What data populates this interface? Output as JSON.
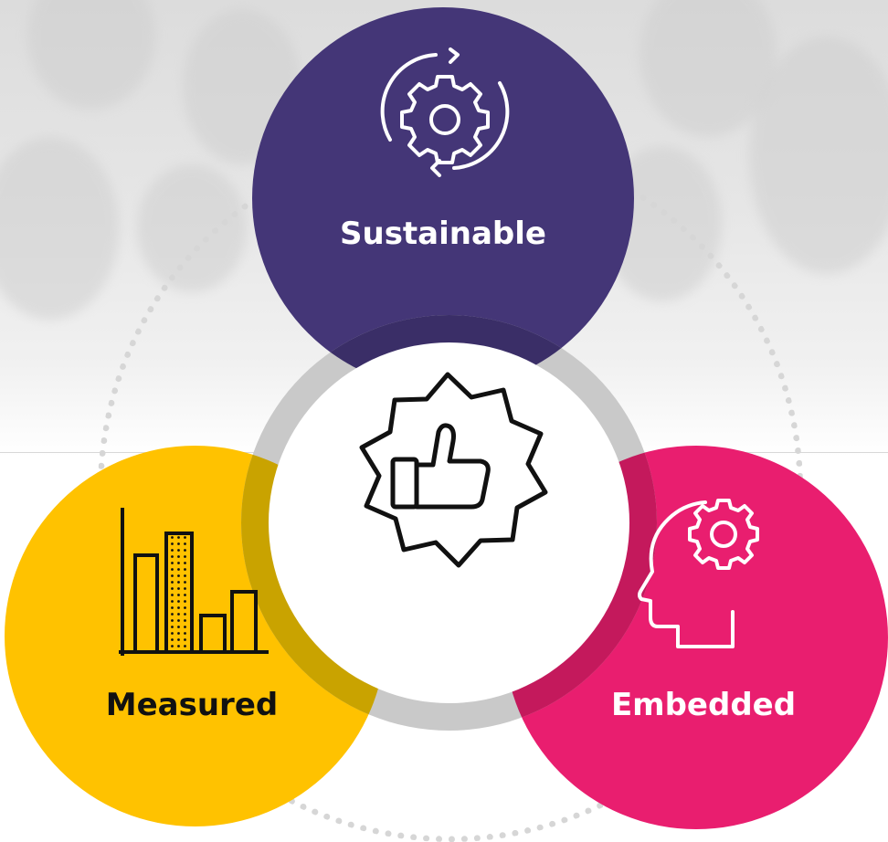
{
  "diagram": {
    "center": {
      "icon": "thumbs-up-badge-icon"
    },
    "nodes": [
      {
        "label": "Sustainable",
        "icon": "gear-cycle-icon",
        "color": "#443677"
      },
      {
        "label": "Measured",
        "icon": "bar-chart-icon",
        "color": "#ffc200"
      },
      {
        "label": "Embedded",
        "icon": "head-gear-icon",
        "color": "#e91e6f"
      }
    ],
    "ring_color": "#c9c9c9",
    "dotted_ring_color": "#d6d6d6"
  }
}
